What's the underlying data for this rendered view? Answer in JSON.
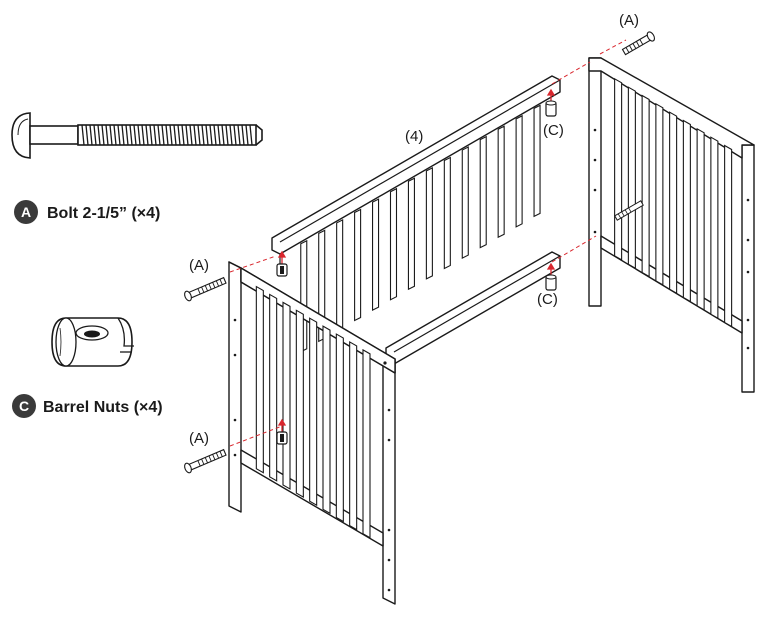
{
  "parts": {
    "bolt": {
      "badge": "A",
      "label": "Bolt 2-1/5” (×4)",
      "icon": "bolt-icon"
    },
    "barrel_nut": {
      "badge": "C",
      "label": "Barrel Nuts (×4)",
      "icon": "barrel-nut-icon"
    }
  },
  "callouts": {
    "bolt_top_right": "(A)",
    "bolt_left_upper": "(A)",
    "bolt_left_lower": "(A)",
    "nut_upper": "(C)",
    "nut_lower": "(C)",
    "rail_part": "(4)"
  },
  "colors": {
    "line": "#1a1a1a",
    "guide": "#d9272e",
    "badge": "#3a3a3a"
  }
}
